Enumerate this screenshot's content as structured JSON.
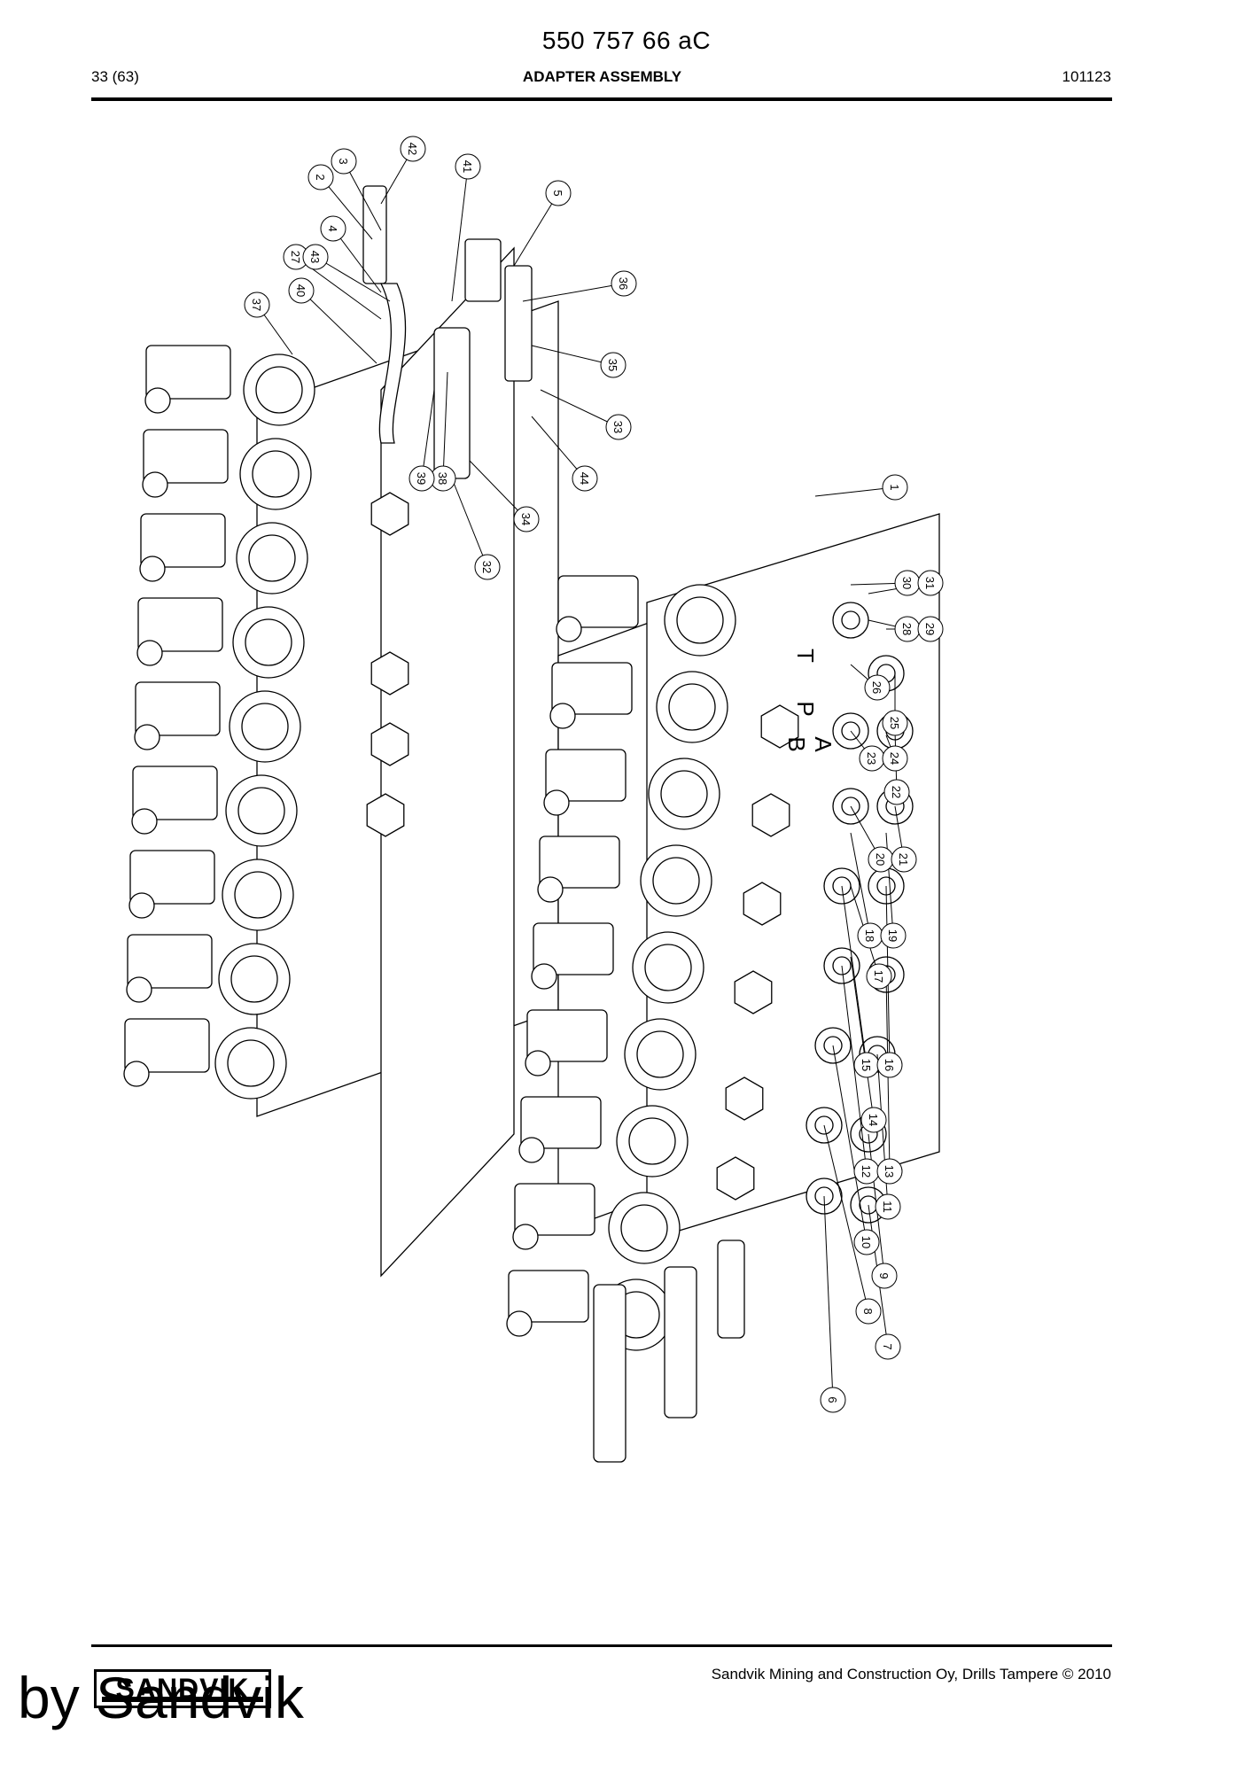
{
  "header": {
    "document_number": "550 757 66 aC",
    "page": "33 (63)",
    "title": "ADAPTER ASSEMBLY",
    "date_code": "101123"
  },
  "footer": {
    "company": "Sandvik Mining and Construction Oy, Drills Tampere © 2010",
    "logo_text": "SANDVIK",
    "watermark": "by Sandvik"
  },
  "callouts": [
    "1",
    "2",
    "3",
    "4",
    "5",
    "6",
    "7",
    "8",
    "9",
    "10",
    "11",
    "12",
    "13",
    "14",
    "15",
    "16",
    "17",
    "18",
    "19",
    "20",
    "21",
    "22",
    "23",
    "24",
    "25",
    "26",
    "27",
    "28",
    "29",
    "30",
    "31",
    "32",
    "33",
    "34",
    "35",
    "36",
    "37",
    "38",
    "39",
    "40",
    "41",
    "42",
    "43",
    "44"
  ],
  "block_letters": [
    "T",
    "P",
    "B",
    "A"
  ]
}
